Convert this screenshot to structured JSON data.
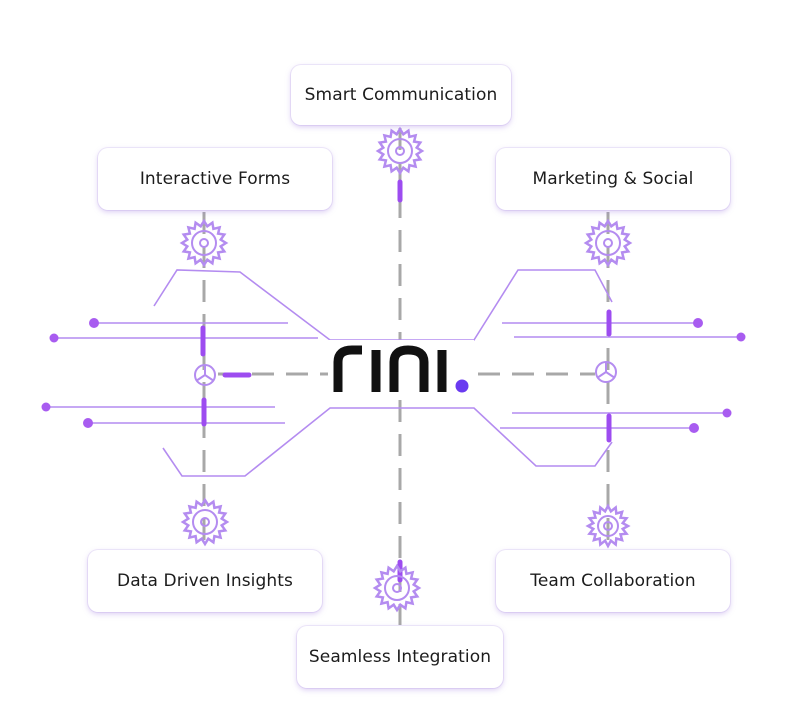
{
  "brand": {
    "name": "rini",
    "accent_color": "#a85cf0",
    "line_color": "#b48cf0",
    "dash_color": "#a8a8a8"
  },
  "features": {
    "top": "Smart Communication",
    "upper_left": "Interactive Forms",
    "upper_right": "Marketing & Social",
    "lower_left": "Data Driven Insights",
    "lower_right": "Team Collaboration",
    "bottom": "Seamless Integration"
  },
  "icons": [
    "gear-icon",
    "junction-icon"
  ]
}
